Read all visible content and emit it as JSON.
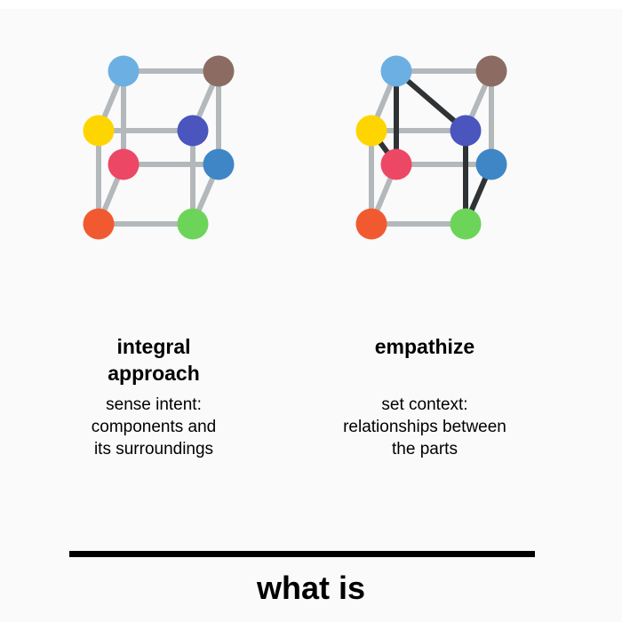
{
  "left_panel": {
    "title_lines": [
      "integral",
      "approach"
    ],
    "description_lines": [
      "sense intent:",
      "components and",
      "its surroundings"
    ]
  },
  "right_panel": {
    "title_lines": [
      "empathize"
    ],
    "description_lines": [
      "set context:",
      "relationships between",
      "the parts"
    ]
  },
  "footer": {
    "title": "what is"
  },
  "colors": {
    "edge_gray": "#b3b8bb",
    "edge_dark": "#2f3336",
    "node_light_blue": "#6cb0e3",
    "node_brown": "#8c6c62",
    "node_yellow": "#fed500",
    "node_indigo": "#4a55be",
    "node_pink": "#ec4865",
    "node_steel_blue": "#3f86c6",
    "node_orange": "#f15a31",
    "node_green": "#6dd45a",
    "divider": "#000000"
  }
}
